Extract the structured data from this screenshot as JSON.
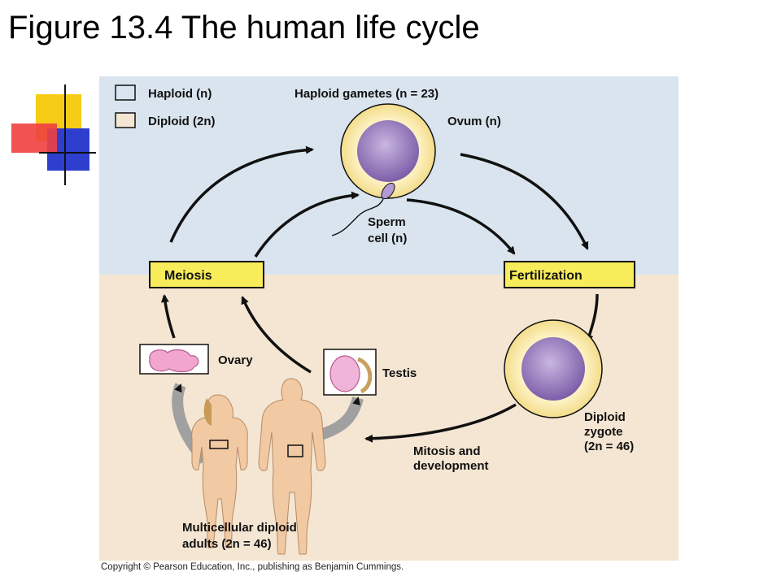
{
  "slide": {
    "title": "Figure 13.4  The human life cycle",
    "copyright": "Copyright © Pearson Education, Inc., publishing as Benjamin Cummings."
  },
  "legend": {
    "haploid": "Haploid (n)",
    "diploid": "Diploid (2n)"
  },
  "labels": {
    "gametes": "Haploid gametes (n = 23)",
    "ovum": "Ovum (n)",
    "sperm_line1": "Sperm",
    "sperm_line2": "cell (n)",
    "meiosis": "Meiosis",
    "fertilization": "Fertilization",
    "ovary": "Ovary",
    "testis": "Testis",
    "zygote_line1": "Diploid",
    "zygote_line2": "zygote",
    "zygote_line3": "(2n = 46)",
    "mitosis_line1": "Mitosis and",
    "mitosis_line2": "development",
    "adults_line1": "Multicellular diploid",
    "adults_line2": "adults (2n = 46)"
  },
  "colors": {
    "haploid_bg": "#d9e4ee",
    "diploid_bg": "#f4e6d2",
    "box_fill": "#f7ec5a",
    "cell_nucleus": "#9b7fbf",
    "accent_red": "#f04040",
    "accent_yellow": "#f6cc16",
    "accent_blue": "#2e3fcf"
  }
}
